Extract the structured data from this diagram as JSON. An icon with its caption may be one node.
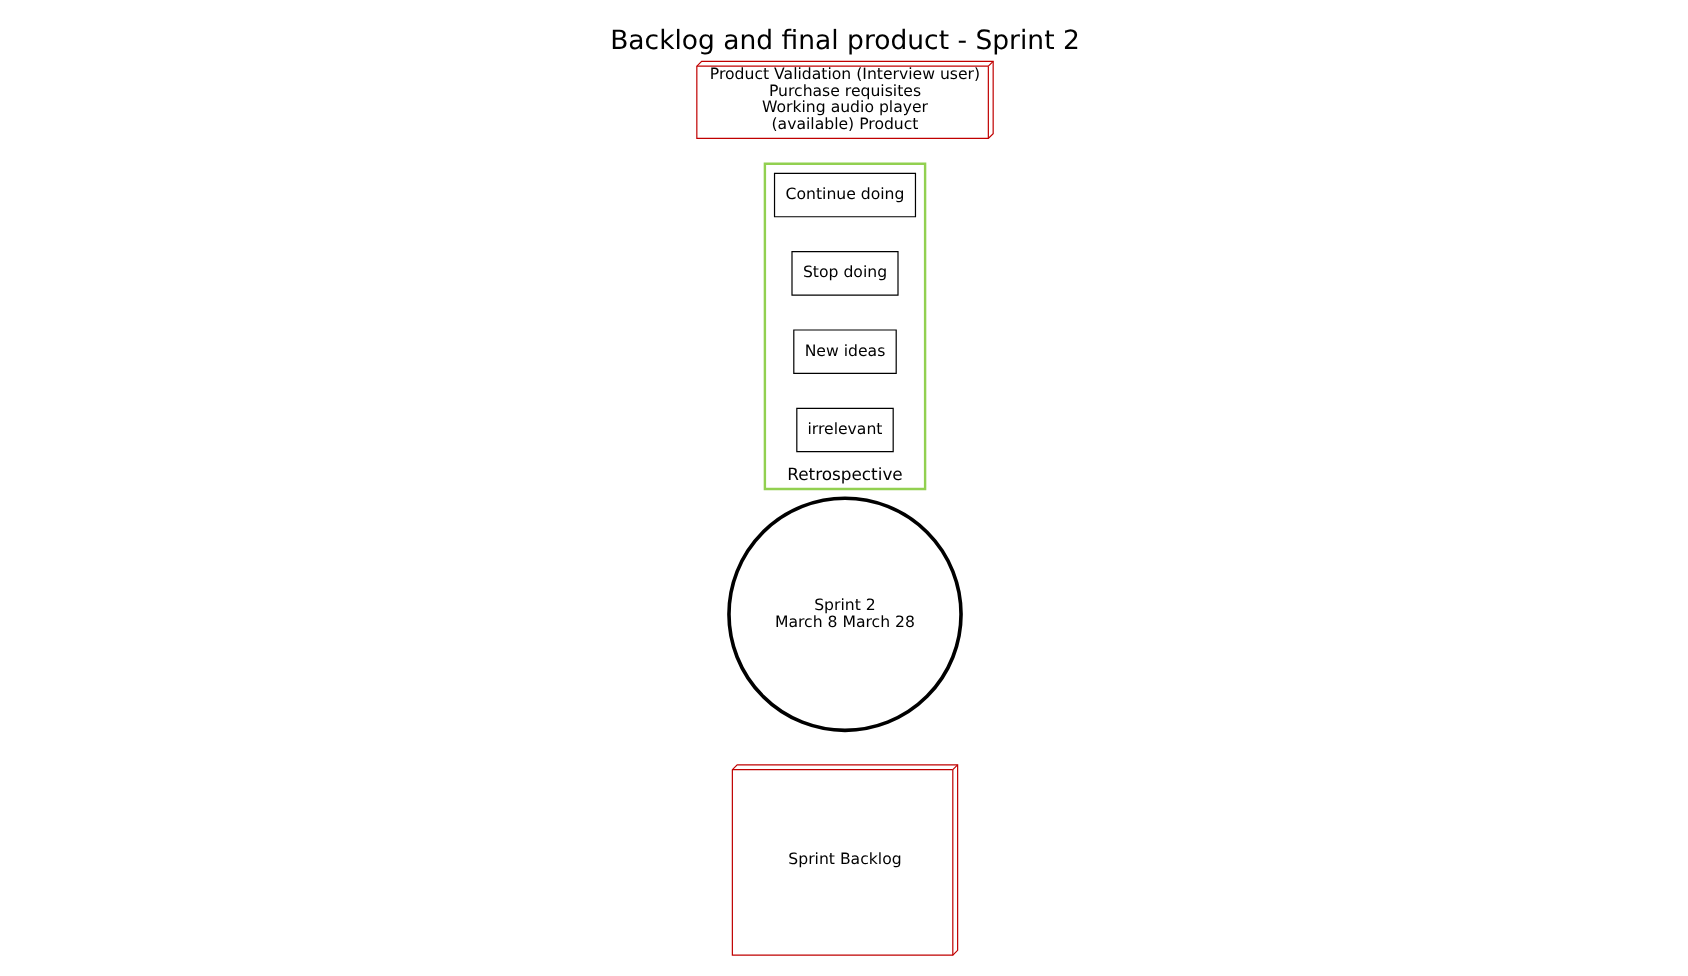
{
  "diagram": {
    "title": "Backlog and final product - Sprint 2",
    "nodes": [
      {
        "text": [
          "Sprint Backlog"
        ]
      },
      {
        "text": [
          "Sprint 2",
          "March 8 March 28"
        ]
      },
      {
        "text": [
          "Retrospective"
        ]
      },
      {
        "text": [
          "Continue doing"
        ],
        "in": 2
      },
      {
        "text": [
          "Stop doing"
        ],
        "in": 2
      },
      {
        "text": [
          "New ideas"
        ],
        "in": 2
      },
      {
        "text": [
          "irrelevant"
        ],
        "in": 2
      },
      {
        "text": [
          "Product Validation (Interview user)",
          "Purchase requisites",
          "Working audio player",
          "(available) Product"
        ]
      }
    ]
  }
}
